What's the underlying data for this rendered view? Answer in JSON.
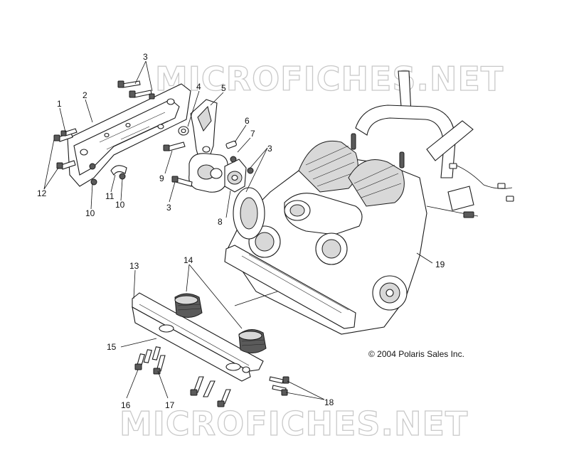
{
  "watermark": {
    "text": "MICROFICHES.NET"
  },
  "copyright": "© 2004 Polaris Sales Inc.",
  "callouts": [
    {
      "id": "c1",
      "label": "1"
    },
    {
      "id": "c2",
      "label": "2"
    },
    {
      "id": "c3a",
      "label": "3"
    },
    {
      "id": "c3b",
      "label": "3"
    },
    {
      "id": "c3c",
      "label": "3"
    },
    {
      "id": "c4",
      "label": "4"
    },
    {
      "id": "c5",
      "label": "5"
    },
    {
      "id": "c6",
      "label": "6"
    },
    {
      "id": "c7",
      "label": "7"
    },
    {
      "id": "c8",
      "label": "8"
    },
    {
      "id": "c9",
      "label": "9"
    },
    {
      "id": "c10a",
      "label": "10"
    },
    {
      "id": "c10b",
      "label": "10"
    },
    {
      "id": "c11",
      "label": "11"
    },
    {
      "id": "c12",
      "label": "12"
    },
    {
      "id": "c13",
      "label": "13"
    },
    {
      "id": "c14",
      "label": "14"
    },
    {
      "id": "c15",
      "label": "15"
    },
    {
      "id": "c16",
      "label": "16"
    },
    {
      "id": "c17",
      "label": "17"
    },
    {
      "id": "c18",
      "label": "18"
    },
    {
      "id": "c19",
      "label": "19"
    }
  ]
}
